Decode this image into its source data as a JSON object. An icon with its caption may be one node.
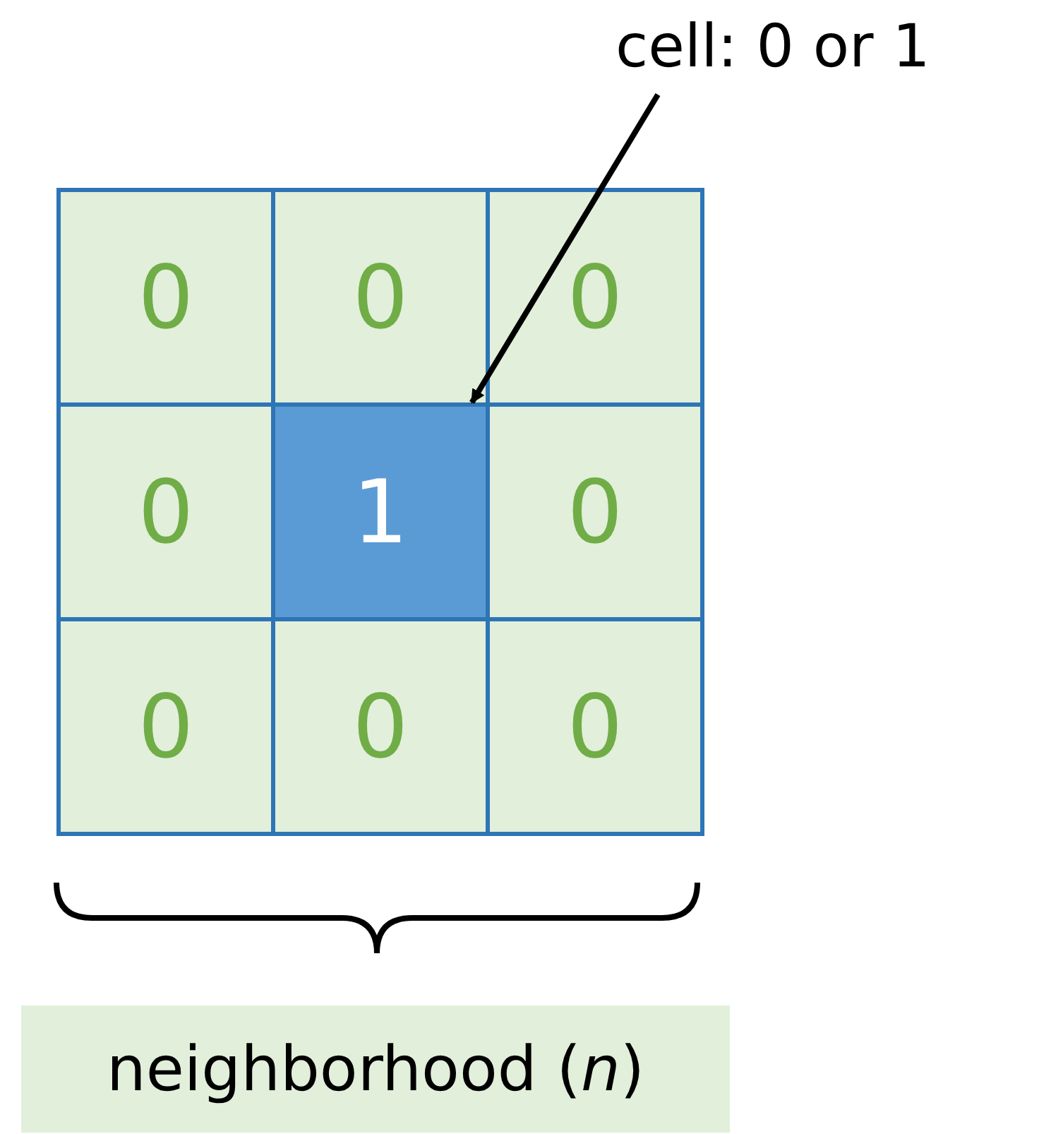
{
  "diagram": {
    "nodes": [
      {
        "text": [
          "cell: 0 or 1"
        ]
      },
      {
        "text": [
          "0"
        ]
      },
      {
        "text": [
          "0"
        ]
      },
      {
        "text": [
          "0"
        ]
      },
      {
        "text": [
          "0"
        ]
      },
      {
        "text": [
          "1"
        ]
      },
      {
        "text": [
          "0"
        ]
      },
      {
        "text": [
          "0"
        ]
      },
      {
        "text": [
          "0"
        ]
      },
      {
        "text": [
          "0"
        ]
      },
      {
        "text": [
          "neighborhood (*n*)"
        ]
      }
    ],
    "edges": [
      {
        "from": 0,
        "to": 5,
        "arrow": "to"
      }
    ]
  }
}
